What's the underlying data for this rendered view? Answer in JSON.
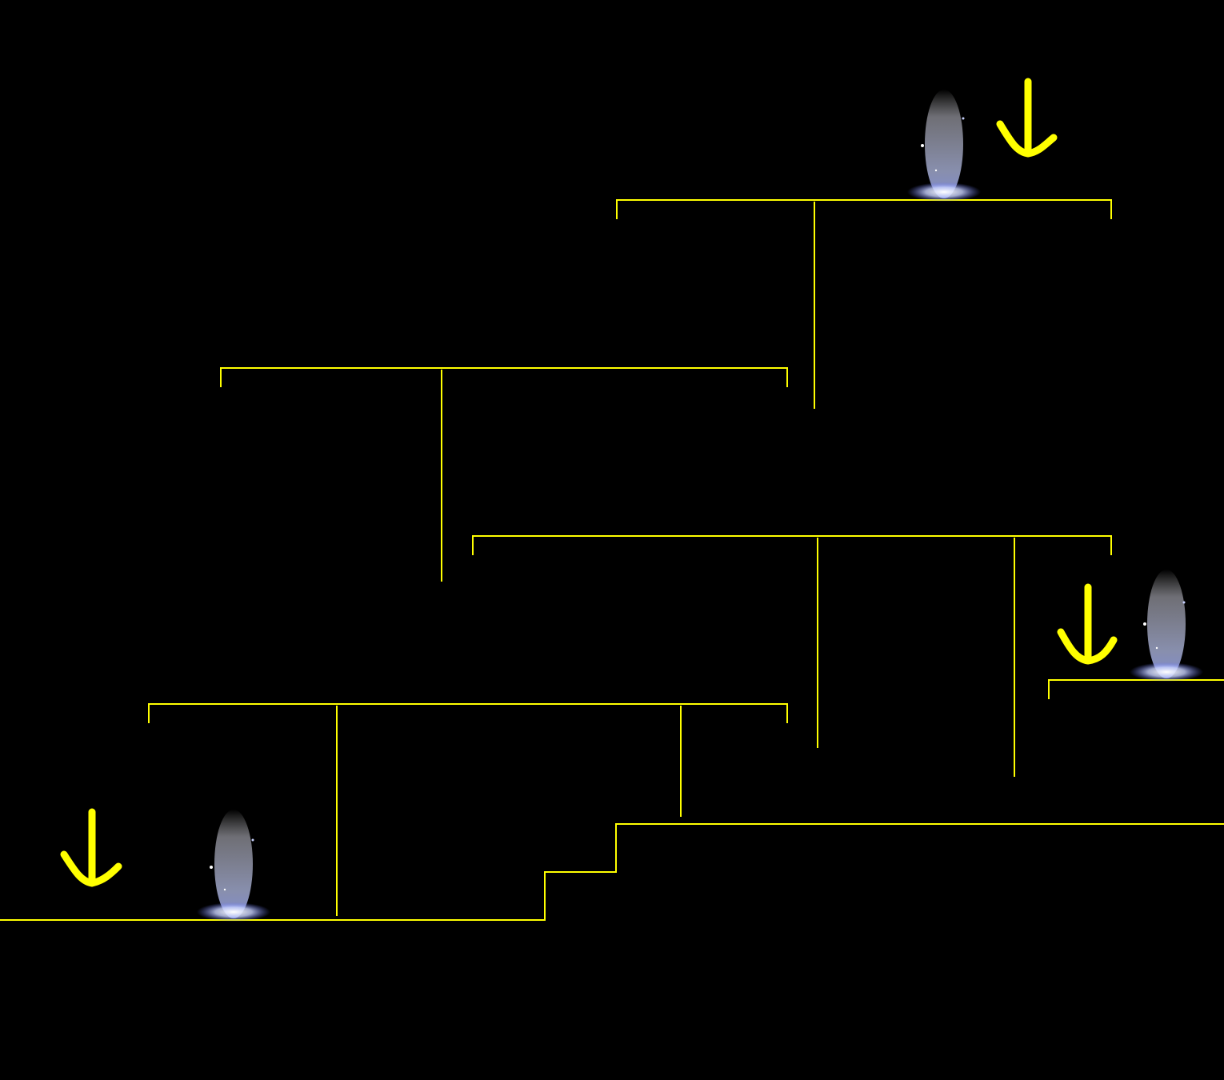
{
  "scene": {
    "background_color": "#000000",
    "line_color": "#ffff00",
    "arrow_color": "#ffff00",
    "portal_colors": {
      "core": "#ffffff",
      "glow": "#c8d2ff",
      "spark": "#9aa8ff"
    },
    "portals": [
      {
        "id": "portal-top"
      },
      {
        "id": "portal-right"
      },
      {
        "id": "portal-bottom-left"
      }
    ],
    "arrows": [
      {
        "id": "arrow-top",
        "direction": "down"
      },
      {
        "id": "arrow-right",
        "direction": "down"
      },
      {
        "id": "arrow-bottom-left",
        "direction": "down"
      }
    ]
  }
}
